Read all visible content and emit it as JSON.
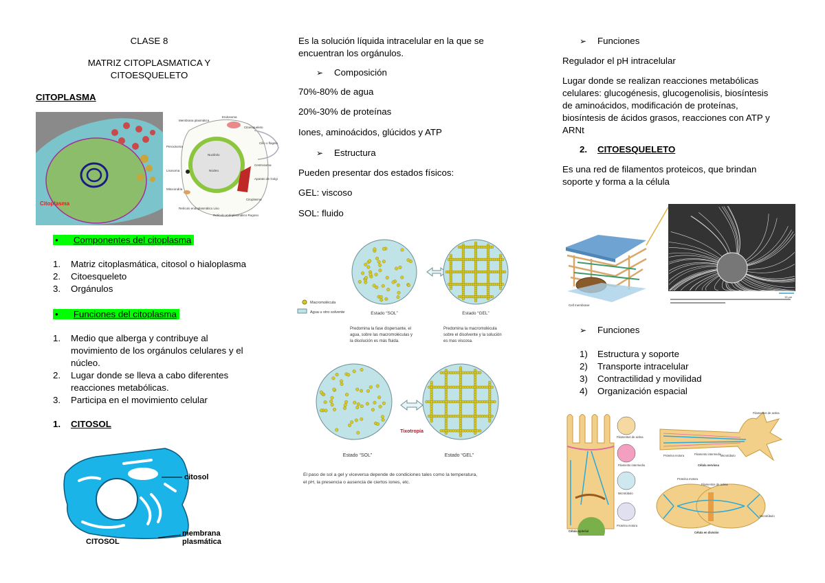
{
  "col1": {
    "title": "CLASE 8",
    "subtitle_line1": "MATRIZ CITOPLASMATICA Y",
    "subtitle_line2": "CITOESQUELETO",
    "section": "CITOPLASMA",
    "micrograph_label": "Citoplasma",
    "cell_diagram_labels": {
      "membrana": "Membrana plasmática",
      "endosoma": "Endosoma",
      "citoesqueleto": "Citoesqueleto",
      "cilio": "Cilio o flagelo",
      "peroxisoma": "Peroxisoma",
      "nucleolo": "Nucléolo",
      "nucleo": "Núcleo",
      "centrosoma": "Centrosoma",
      "lisosoma": "Lisosoma",
      "golgi": "Aparato de Golgi",
      "mitocondria": "Mitocondria",
      "citoplasma": "Citoplasma",
      "rel": "Retículo endoplasmático Liso",
      "rer": "Retículo endoplasmático Rugoso"
    },
    "components_heading": "Componentes del citoplasma",
    "components": [
      "Matriz citoplasmática, citosol o hialoplasma",
      "Citoesqueleto",
      "Orgánulos"
    ],
    "functions_heading": "Funciones del citoplasma",
    "functions": [
      [
        "Medio que alberga y contribuye al",
        "movimiento de los orgánulos celulares y el",
        "núcleo."
      ],
      [
        "Lugar donde se lleva a cabo diferentes",
        "reacciones metabólicas."
      ],
      [
        "Participa en el movimiento celular"
      ]
    ],
    "citosol_num": "1.",
    "citosol_heading": "CITOSOL",
    "citosol_fig": {
      "citosol": "citosol",
      "membrana1": "membrana",
      "membrana2": "plasmática",
      "caption": "CITOSOL"
    }
  },
  "col2": {
    "intro1": "Es la solución líquida intracelular en la que se",
    "intro2": "encuentran los orgánulos.",
    "composicion": "Composición",
    "comp_items": [
      "70%-80% de agua",
      "20%-30% de proteínas",
      "Iones, aminoácidos, glúcidos y ATP"
    ],
    "estructura": "Estructura",
    "estados_intro": "Pueden presentar dos estados físicos:",
    "gel": "GEL: viscoso",
    "sol": "SOL: fluido",
    "fig1": {
      "legend_macro": "Macromolécula",
      "legend_agua": "Agua u otro solvente",
      "sol_label": "Estado “SOL”",
      "gel_label": "Estado “GEL”",
      "sol_desc": [
        "Predomina la fase dispersante, el",
        "agua, sobre las macromoléculas y",
        "la disolución es más fluida."
      ],
      "gel_desc": [
        "Predomina la macromolécula",
        "sobre el disolvente y la solución",
        "es mas viscosa."
      ]
    },
    "fig2": {
      "tixotropia": "Tixotropía",
      "sol_label": "Estado “SOL”",
      "gel_label": "Estado “GEL”",
      "caption": [
        "El paso de sol a gel y viceversa depende de condiciones tales como la temperatura,",
        "el pH, la presencia o ausencia de ciertos iones, etc."
      ]
    }
  },
  "col3": {
    "funciones": "Funciones",
    "regulador": "Regulador el pH intracelular",
    "lugar": [
      "Lugar donde se realizan reacciones metabólicas",
      "celulares: glucogénesis, glucogenolisis, biosíntesis",
      "de aminoácidos, modificación de proteínas,",
      "biosíntesis de ácidos grasos, reacciones con ATP y",
      "ARNt"
    ],
    "cito_num": "2.",
    "cito_heading": "CITOESQUELETO",
    "cito_desc": [
      "Es una red de filamentos proteicos, que brindan",
      "soporte y forma a la célula"
    ],
    "fig_cyto": {
      "cell_membrane": "Cell membrane",
      "scale": "15 µm"
    },
    "funciones2": "Funciones",
    "func_items": [
      {
        "n": "1)",
        "t": "Estructura y soporte"
      },
      {
        "n": "2)",
        "t": "Transporte intracelular"
      },
      {
        "n": "3)",
        "t": "Contractilidad y movilidad"
      },
      {
        "n": "4)",
        "t": "Organización espacial"
      }
    ],
    "fig_cells": {
      "actina1": "Filamentos de actina",
      "filamento_int": "Filamento intermedio",
      "microtubulo": "Microtúbulo",
      "proteina_motora": "Proteína motora",
      "epitelial": "Célula epitelial",
      "actina2": "Filamentos de actina",
      "proteina_motora2": "Proteína motora",
      "filamento_int2": "Filamento intermedio",
      "microtubulo2": "Microtúbulo",
      "nerviosa": "Célula nerviosa",
      "proteina_motora3": "Proteína motora",
      "actina3": "Filamentos de actina",
      "microtubulo3": "Microtúbulo",
      "division": "Célula en división"
    }
  },
  "colors": {
    "highlight": "#00ff00",
    "cytosol_blue": "#1ab4e8",
    "solvent": "#bfe3e6",
    "macro": "#d6c92a"
  }
}
